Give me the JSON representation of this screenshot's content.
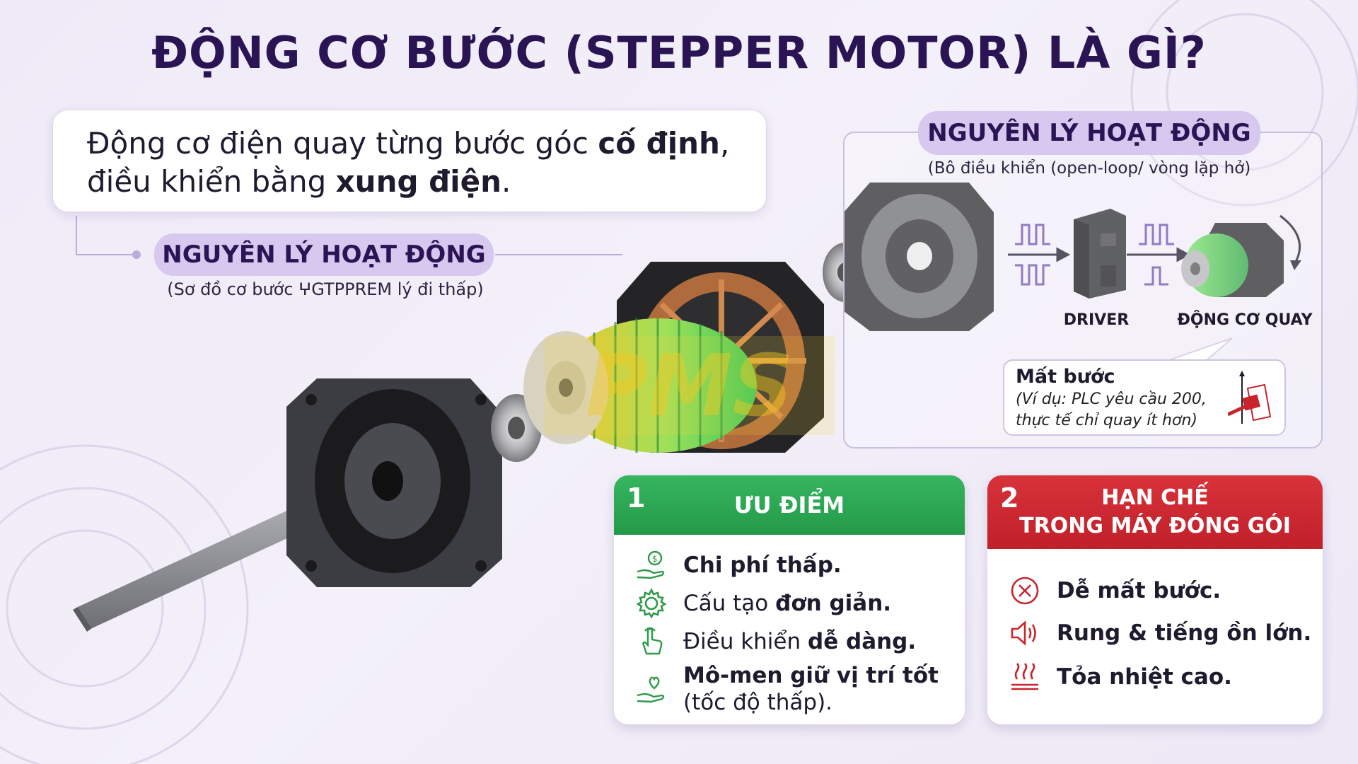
{
  "title": "ĐỘNG CƠ BƯỚC (STEPPER MOTOR) LÀ GÌ?",
  "definition": {
    "line1_plain": "Động cơ điện quay từng bước góc ",
    "line1_bold": "cố định",
    "line1_end": ",",
    "line2_plain": "điều khiển bằng ",
    "line2_bold": "xung điện",
    "line2_end": "."
  },
  "left_section": {
    "heading": "NGUYÊN LÝ HOẠT ĐỘNG",
    "caption": "(Sơ đồ cơ bước ⵖGTPPREM lý đi thấp)"
  },
  "right_section": {
    "heading": "NGUYÊN LÝ HOẠT ĐỘNG",
    "caption": "(Bô điều khiển (open-loop/ vòng lặp hở)",
    "driver_label": "DRIVER",
    "motor_label": "ĐỘNG CƠ QUAY",
    "callout_title": "Mất bước",
    "callout_text": "(Ví dụ: PLC yêu cầu 200, thực tế chỉ quay ít hơn)"
  },
  "watermark": "PMS",
  "pros": {
    "number": "1",
    "heading": "ƯU ĐIỂM",
    "items": [
      {
        "icon": "money-hand-icon",
        "plain": "",
        "bold": "Chi phí thấp.",
        "after": ""
      },
      {
        "icon": "gear-icon",
        "plain": "Cấu tạo ",
        "bold": "đơn giản.",
        "after": ""
      },
      {
        "icon": "pointer-hand-icon",
        "plain": "Điều khiển ",
        "bold": "dễ dàng.",
        "after": ""
      },
      {
        "icon": "heart-hand-icon",
        "plain": "",
        "bold": "Mô-men giữ vị trí tốt",
        "after": "(tốc độ thấp)."
      }
    ]
  },
  "cons": {
    "number": "2",
    "heading_line1": "HẠN CHẾ",
    "heading_line2": "TRONG MÁY ĐÓNG GÓI",
    "items": [
      {
        "icon": "x-circle-icon",
        "text": "Dễ mất bước."
      },
      {
        "icon": "speaker-icon",
        "text": "Rung & tiếng ồn lớn."
      },
      {
        "icon": "heat-icon",
        "text": "Tỏa nhiệt cao."
      }
    ]
  },
  "colors": {
    "title": "#2a1454",
    "pill": "#d6c8ee",
    "pros_header": "#2ba454",
    "cons_header": "#cc2830",
    "icon_green": "#2f9a4a",
    "icon_red": "#c8242c"
  }
}
